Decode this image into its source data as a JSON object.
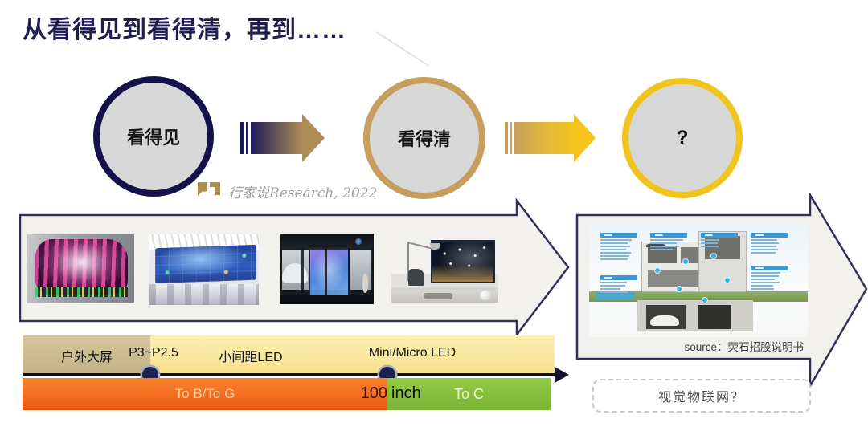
{
  "title": "从看得见到看得清，再到……",
  "watermark": "行家说Research, 2022",
  "stages": [
    {
      "label": "看得见"
    },
    {
      "label": "看得清"
    },
    {
      "label": "?"
    }
  ],
  "source_note": "source：荧石招股说明书",
  "timeline": {
    "outdoor": "户外大屏",
    "p3": "P3~P2.5",
    "small_pitch": "小间距LED",
    "mini_micro": "Mini/Micro LED",
    "to_b": "To B/To G",
    "size_num": "100",
    "size_unit": "inch",
    "to_c": "To C"
  },
  "question_box": "视觉物联网？",
  "colors": {
    "navy": "#15114a",
    "gold": "#c79e5d",
    "yellow": "#f0c41c",
    "tan": "#cbbc92",
    "bar_yellow": "#fbe7a0",
    "orange": "#f26a1a",
    "green": "#83bc3e"
  }
}
